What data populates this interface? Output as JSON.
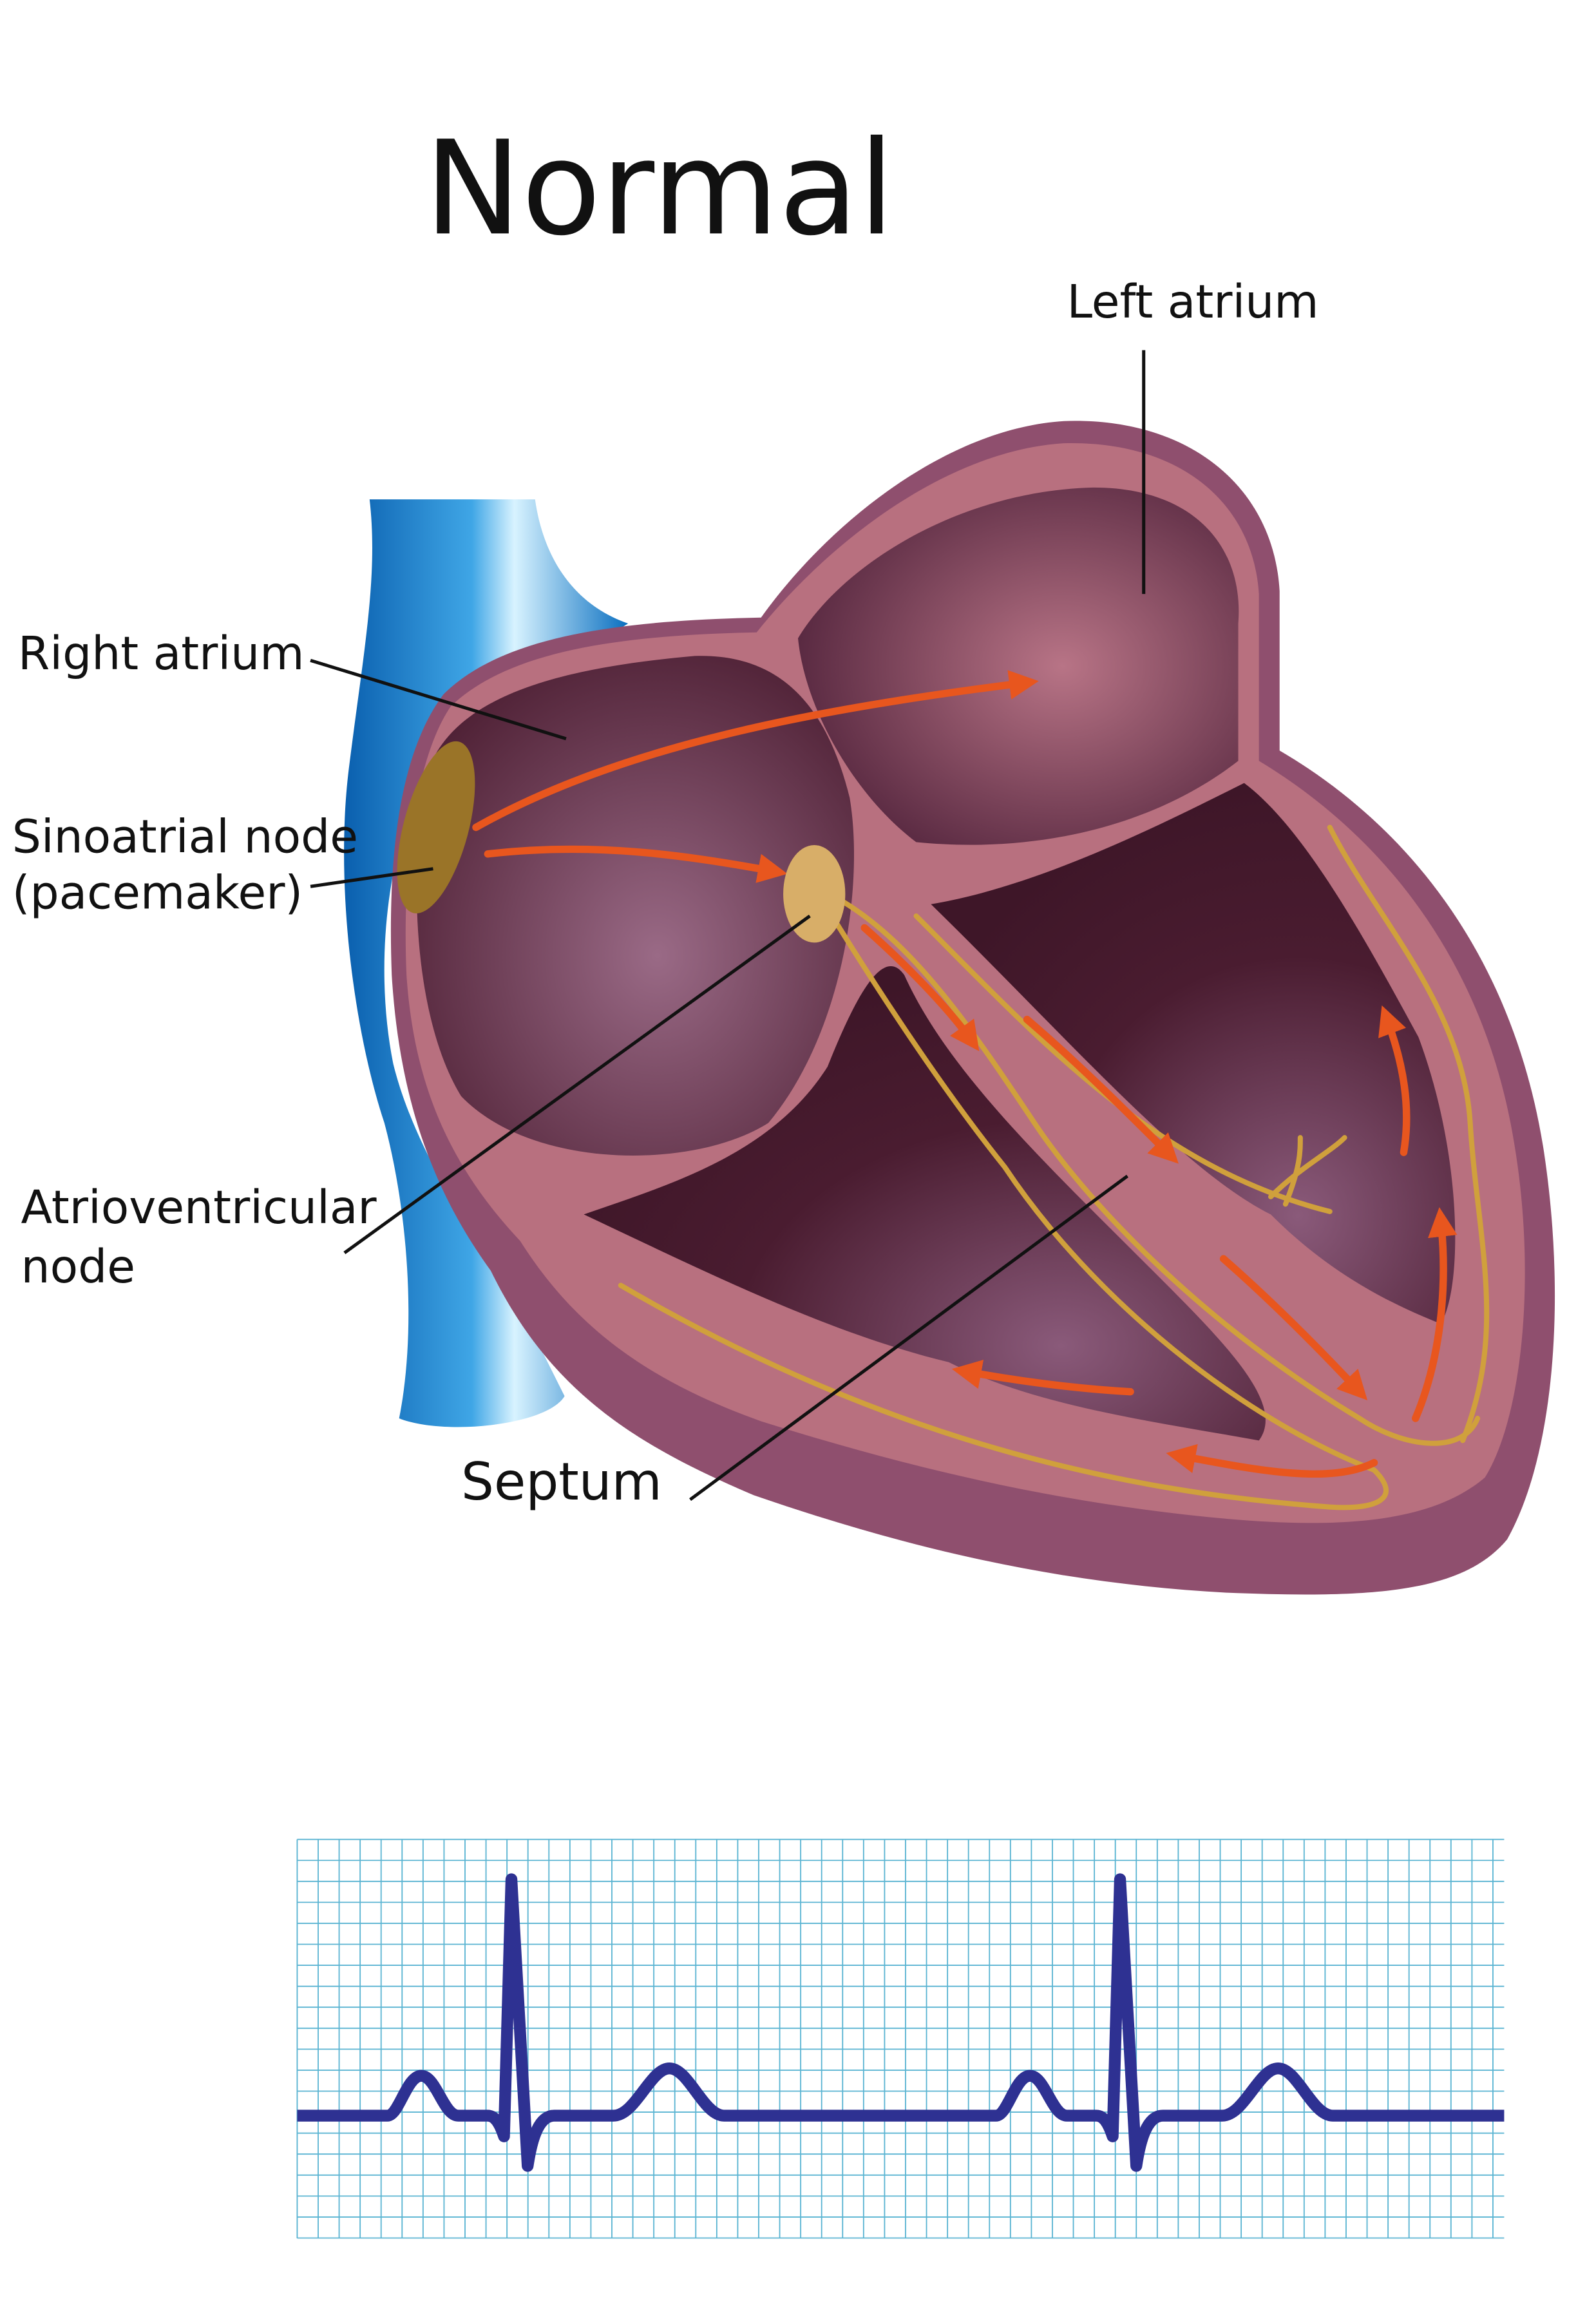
{
  "title": "Normal",
  "labels": {
    "left_atrium": "Left atrium",
    "right_atrium": "Right atrium",
    "sinoatrial_node": "Sinoatrial node",
    "pacemaker": "(pacemaker)",
    "atrioventricular": "Atrioventricular",
    "node": "node",
    "septum": "Septum"
  },
  "colors": {
    "heart_outer": "#8f4f6e",
    "heart_wall": "#b8707f",
    "chamber": "#4a1c30",
    "vein": "#0a6fc0",
    "ecg_line": "#2e3192",
    "ecg_grid": "#5ab4d2",
    "impulse_arrow": "#e8561e",
    "conduction_fiber": "#d0a03c"
  }
}
